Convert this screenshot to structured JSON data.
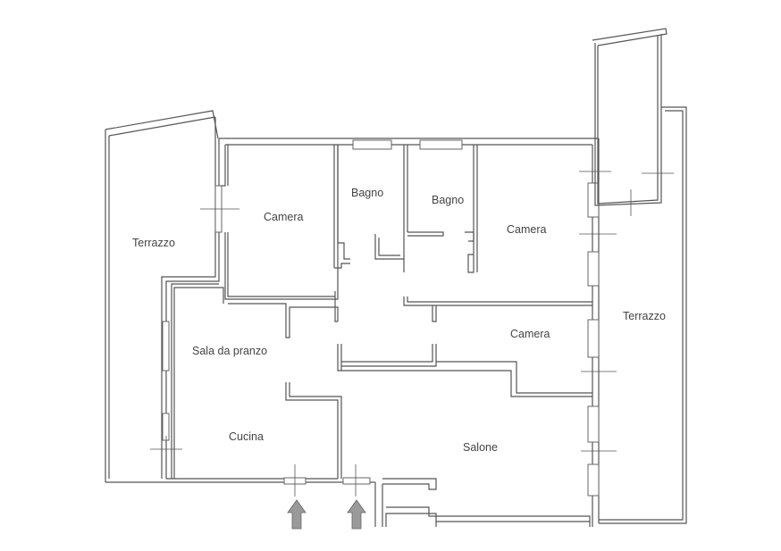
{
  "rooms": {
    "terrazzo_left": "Terrazzo",
    "camera_top_left": "Camera",
    "bagno_1": "Bagno",
    "bagno_2": "Bagno",
    "camera_top_right": "Camera",
    "terrazzo_right": "Terrazzo",
    "camera_middle": "Camera",
    "sala_da_pranzo": "Sala da pranzo",
    "cucina": "Cucina",
    "salone": "Salone"
  },
  "entrances": {
    "count": 2,
    "icon": "up-arrow-icon"
  },
  "colors": {
    "wall": "#555555",
    "text": "#444444",
    "arrow": "#9a9a9a"
  }
}
